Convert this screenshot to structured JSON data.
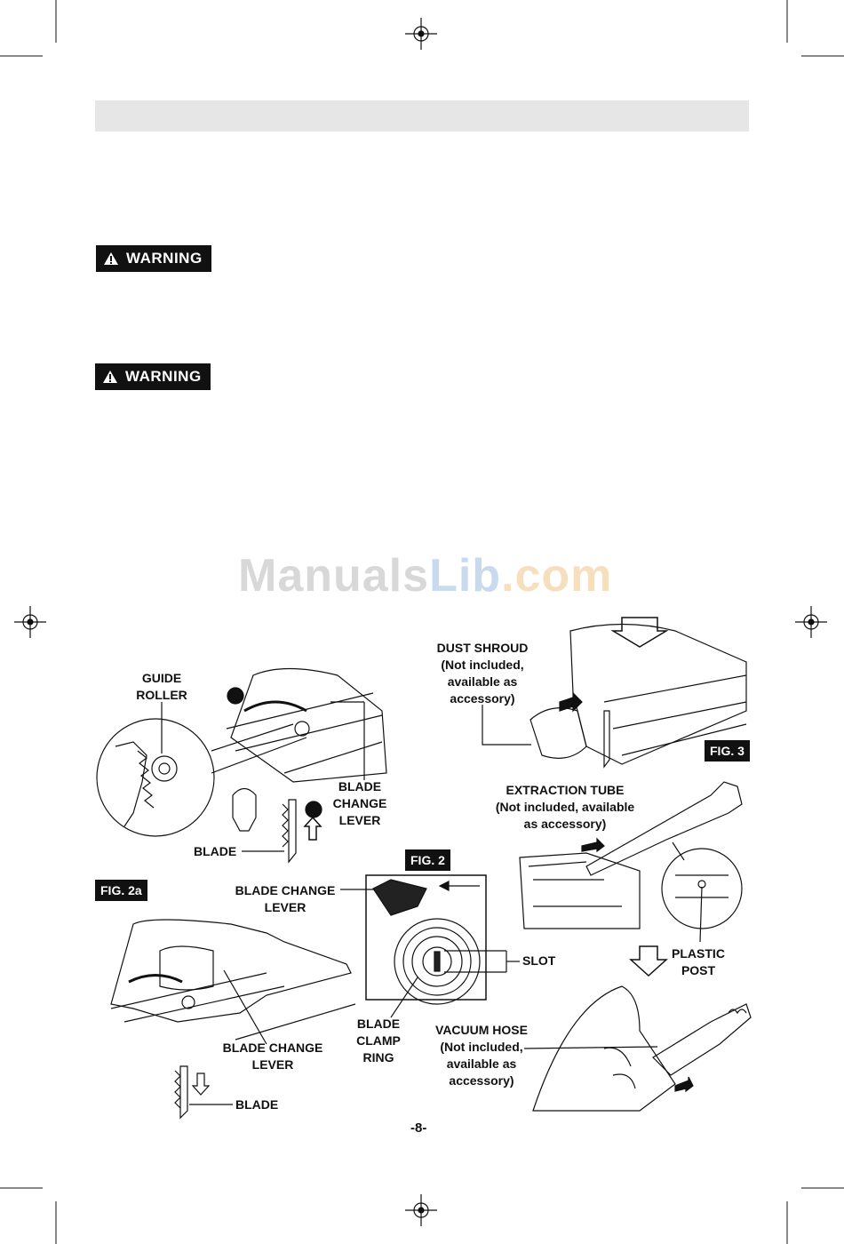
{
  "warnings": [
    {
      "label": "WARNING"
    },
    {
      "label": "WARNING"
    }
  ],
  "watermark": {
    "part1": "Manuals",
    "part2": "Lib",
    "part3": ".com"
  },
  "figures": {
    "fig2": {
      "tag": "FIG. 2"
    },
    "fig2a": {
      "tag": "FIG. 2a"
    },
    "fig3": {
      "tag": "FIG. 3"
    }
  },
  "labels": {
    "guide_roller": [
      "GUIDE",
      "ROLLER"
    ],
    "blade_change_lever_1": [
      "BLADE",
      "CHANGE",
      "LEVER"
    ],
    "blade_1": "BLADE",
    "blade_change_lever_2": [
      "BLADE CHANGE",
      "LEVER"
    ],
    "blade_change_lever_3": [
      "BLADE CHANGE",
      "LEVER"
    ],
    "blade_2": "BLADE",
    "slot": "SLOT",
    "blade_clamp_ring": [
      "BLADE",
      "CLAMP",
      "RING"
    ],
    "dust_shroud": [
      "DUST SHROUD",
      "(Not included,",
      "available as",
      "accessory)"
    ],
    "extraction_tube": [
      "EXTRACTION TUBE",
      "(Not included, available",
      "as accessory)"
    ],
    "plastic_post": [
      "PLASTIC",
      "POST"
    ],
    "vacuum_hose": [
      "VACUUM HOSE",
      "(Not included,",
      "available as",
      "accessory)"
    ]
  },
  "page_number": "-8-",
  "colors": {
    "header_bar": "#e6e6e6",
    "badge": "#111111"
  }
}
